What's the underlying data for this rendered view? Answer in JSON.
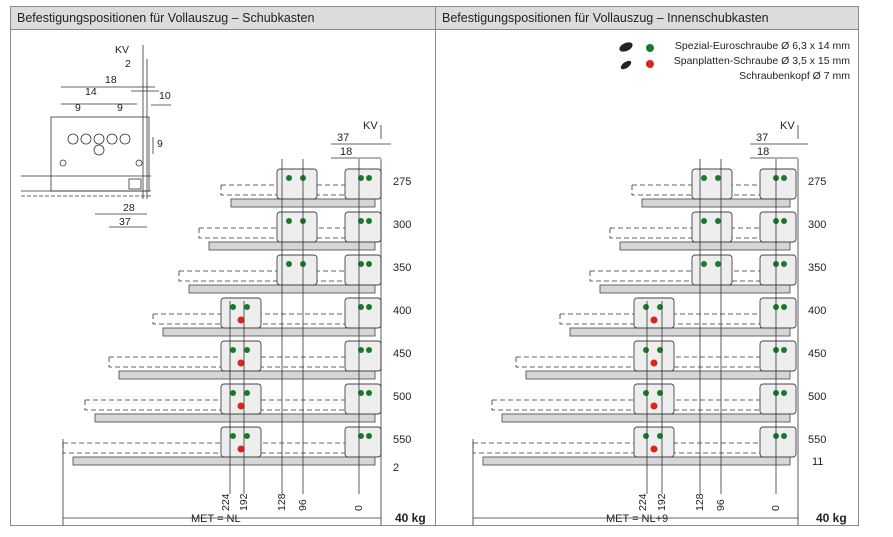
{
  "panels": [
    {
      "title": "Befestigungspositionen für Vollauszug – Schubkasten",
      "sizes": [
        "275",
        "300",
        "350",
        "400",
        "450",
        "500",
        "550"
      ],
      "kv": "KV",
      "dim_37": "37",
      "dim_18": "18",
      "x_positions": [
        "224",
        "192",
        "128",
        "96",
        "0"
      ],
      "met": "MET = NL",
      "weight": "40 kg",
      "side_dim": "2",
      "detail_dims": {
        "kv": "KV",
        "d2": "2",
        "d18": "18",
        "d14": "14",
        "d9a": "9",
        "d9b": "9",
        "d10": "10",
        "d9c": "9",
        "d28": "28",
        "d37": "37"
      }
    },
    {
      "title": "Befestigungspositionen für Vollauszug – Innenschubkasten",
      "sizes": [
        "275",
        "300",
        "350",
        "400",
        "450",
        "500",
        "550"
      ],
      "kv": "KV",
      "dim_37": "37",
      "dim_18": "18",
      "x_positions": [
        "224",
        "192",
        "128",
        "96",
        "0"
      ],
      "met": "MET = NL+9",
      "weight": "40 kg",
      "side_dim": "11"
    }
  ],
  "legend": {
    "line1": "Spezial-Euroschraube Ø 6,3 x 14 mm",
    "line2": "Spanplatten-Schraube Ø 3,5 x 15 mm",
    "line3": "Schraubenkopf Ø 7 mm",
    "color_green": "#1a7a2c",
    "color_red": "#d9261c"
  }
}
